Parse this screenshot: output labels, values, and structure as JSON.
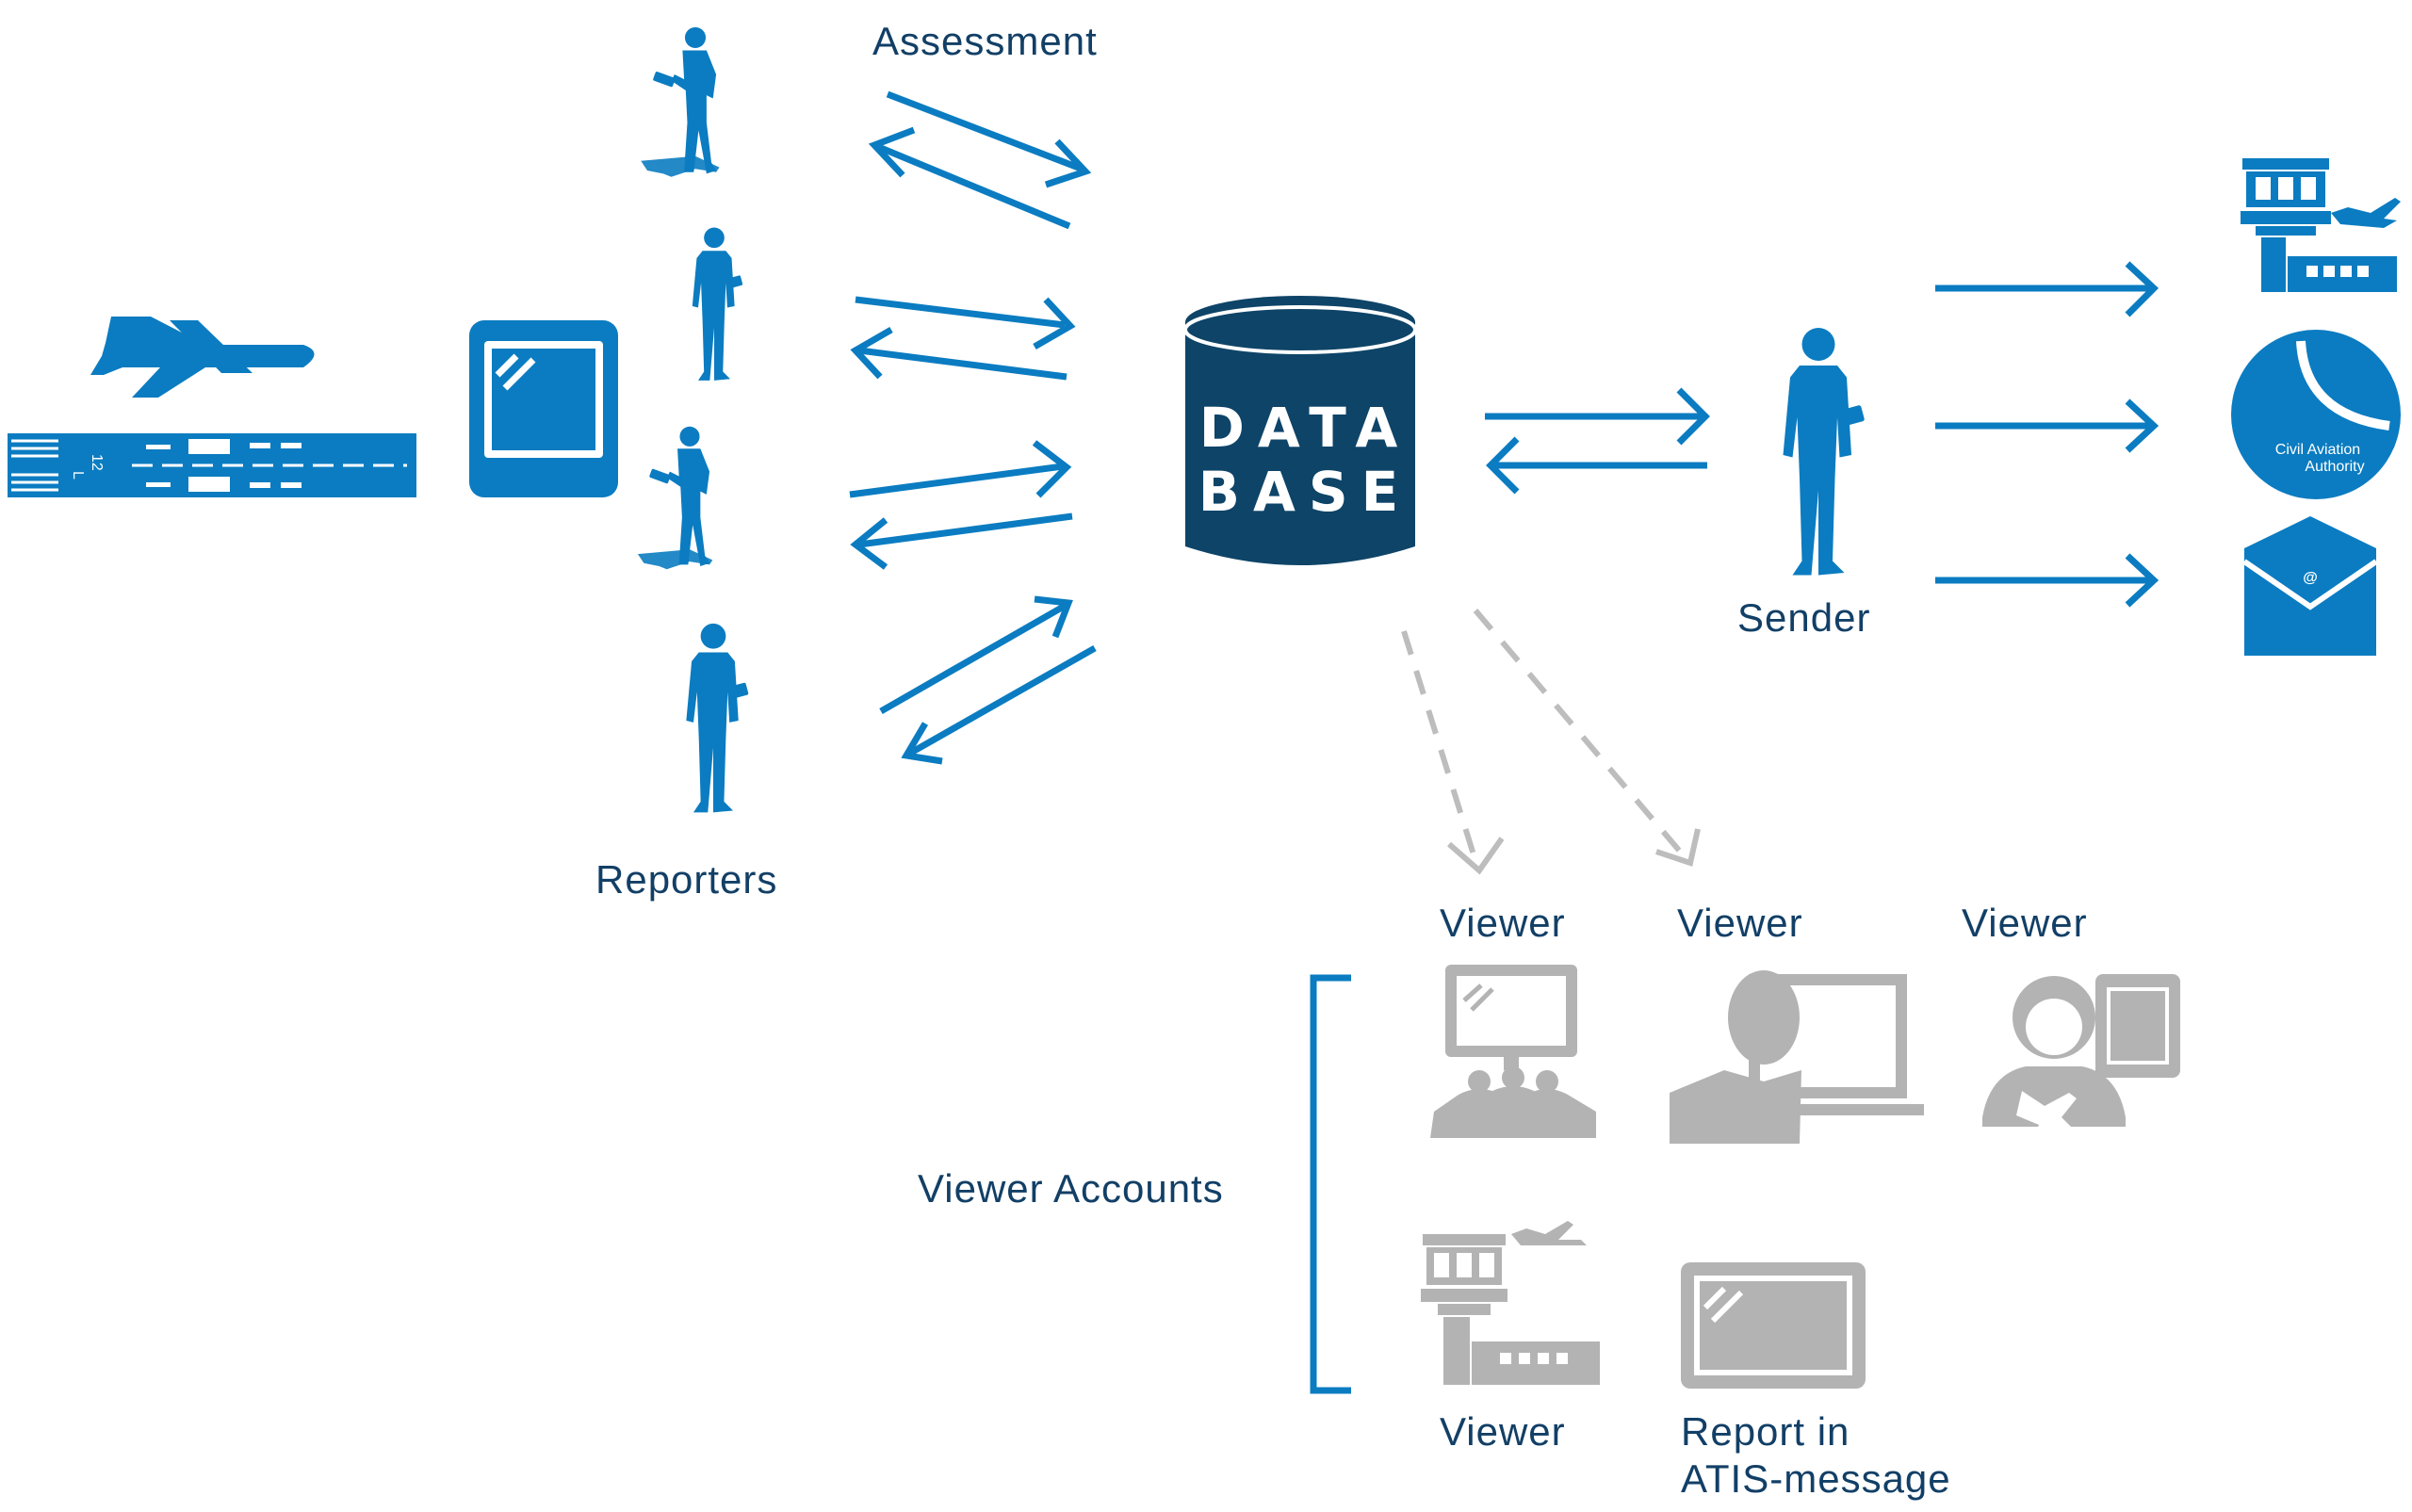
{
  "labels": {
    "assessment": "Assessment",
    "reporters": "Reporters",
    "sender": "Sender",
    "viewer_accounts": "Viewer Accounts",
    "viewer_1": "Viewer",
    "viewer_2": "Viewer",
    "viewer_3": "Viewer",
    "viewer_4": "Viewer",
    "report_line1": "Report in",
    "report_line2": "ATIS-message"
  },
  "database": {
    "line1": "DATA",
    "line2": "BASE"
  },
  "caa": {
    "line1": "Civil Aviation",
    "line2": "Authority"
  },
  "runway": {
    "number": "12",
    "side": "L"
  },
  "email": {
    "symbol": "@"
  },
  "icons": [
    "airplane-icon",
    "runway-icon",
    "tablet-icon",
    "reporter-person-icon",
    "database-icon",
    "sender-person-icon",
    "control-tower-icon",
    "civil-aviation-authority-logo",
    "email-icon",
    "monitor-group-icon",
    "person-monitor-icon",
    "person-tablet-plane-icon",
    "tower-airplane-icon",
    "monitor-icon"
  ],
  "colors": {
    "accent": "#0b7cc1",
    "dark": "#0e4468",
    "text": "#123f66",
    "gray": "#b3b3b3"
  }
}
